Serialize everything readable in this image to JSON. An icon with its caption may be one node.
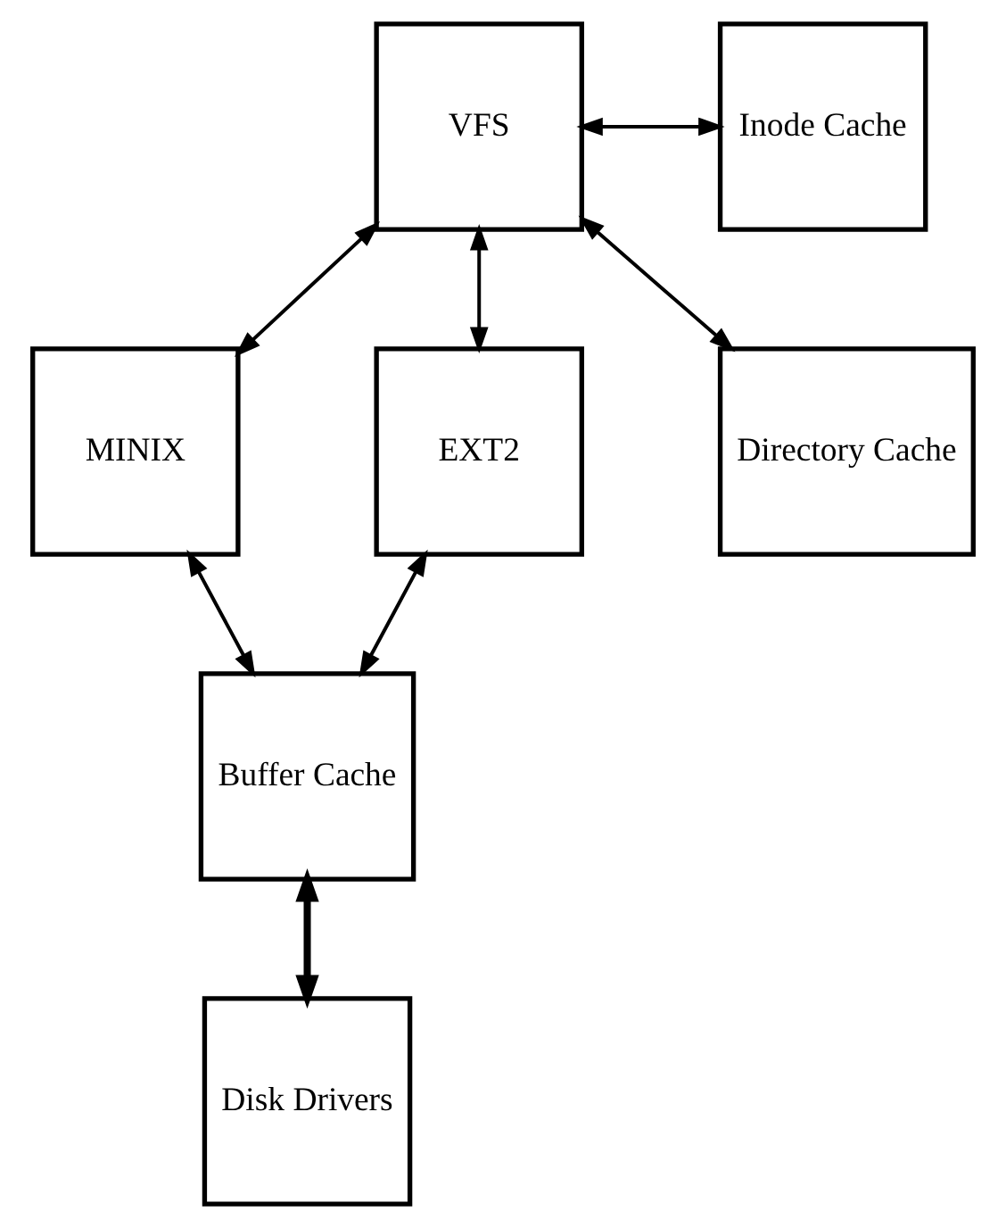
{
  "diagram": {
    "nodes": [
      {
        "text": [
          "VFS"
        ]
      },
      {
        "text": [
          "Inode Cache"
        ]
      },
      {
        "text": [
          "MINIX"
        ]
      },
      {
        "text": [
          "EXT2"
        ]
      },
      {
        "text": [
          "Directory Cache"
        ]
      },
      {
        "text": [
          "Buffer Cache"
        ]
      },
      {
        "text": [
          "Disk Drivers"
        ]
      }
    ],
    "edges": [
      {
        "from": 0,
        "to": 1,
        "arrow": "both"
      },
      {
        "from": 0,
        "to": 2,
        "arrow": "both"
      },
      {
        "from": 0,
        "to": 3,
        "arrow": "both"
      },
      {
        "from": 0,
        "to": 4,
        "arrow": "both"
      },
      {
        "from": 2,
        "to": 5,
        "arrow": "both"
      },
      {
        "from": 3,
        "to": 5,
        "arrow": "both"
      },
      {
        "from": 5,
        "to": 6,
        "arrow": "both",
        "style": "thick"
      }
    ]
  }
}
